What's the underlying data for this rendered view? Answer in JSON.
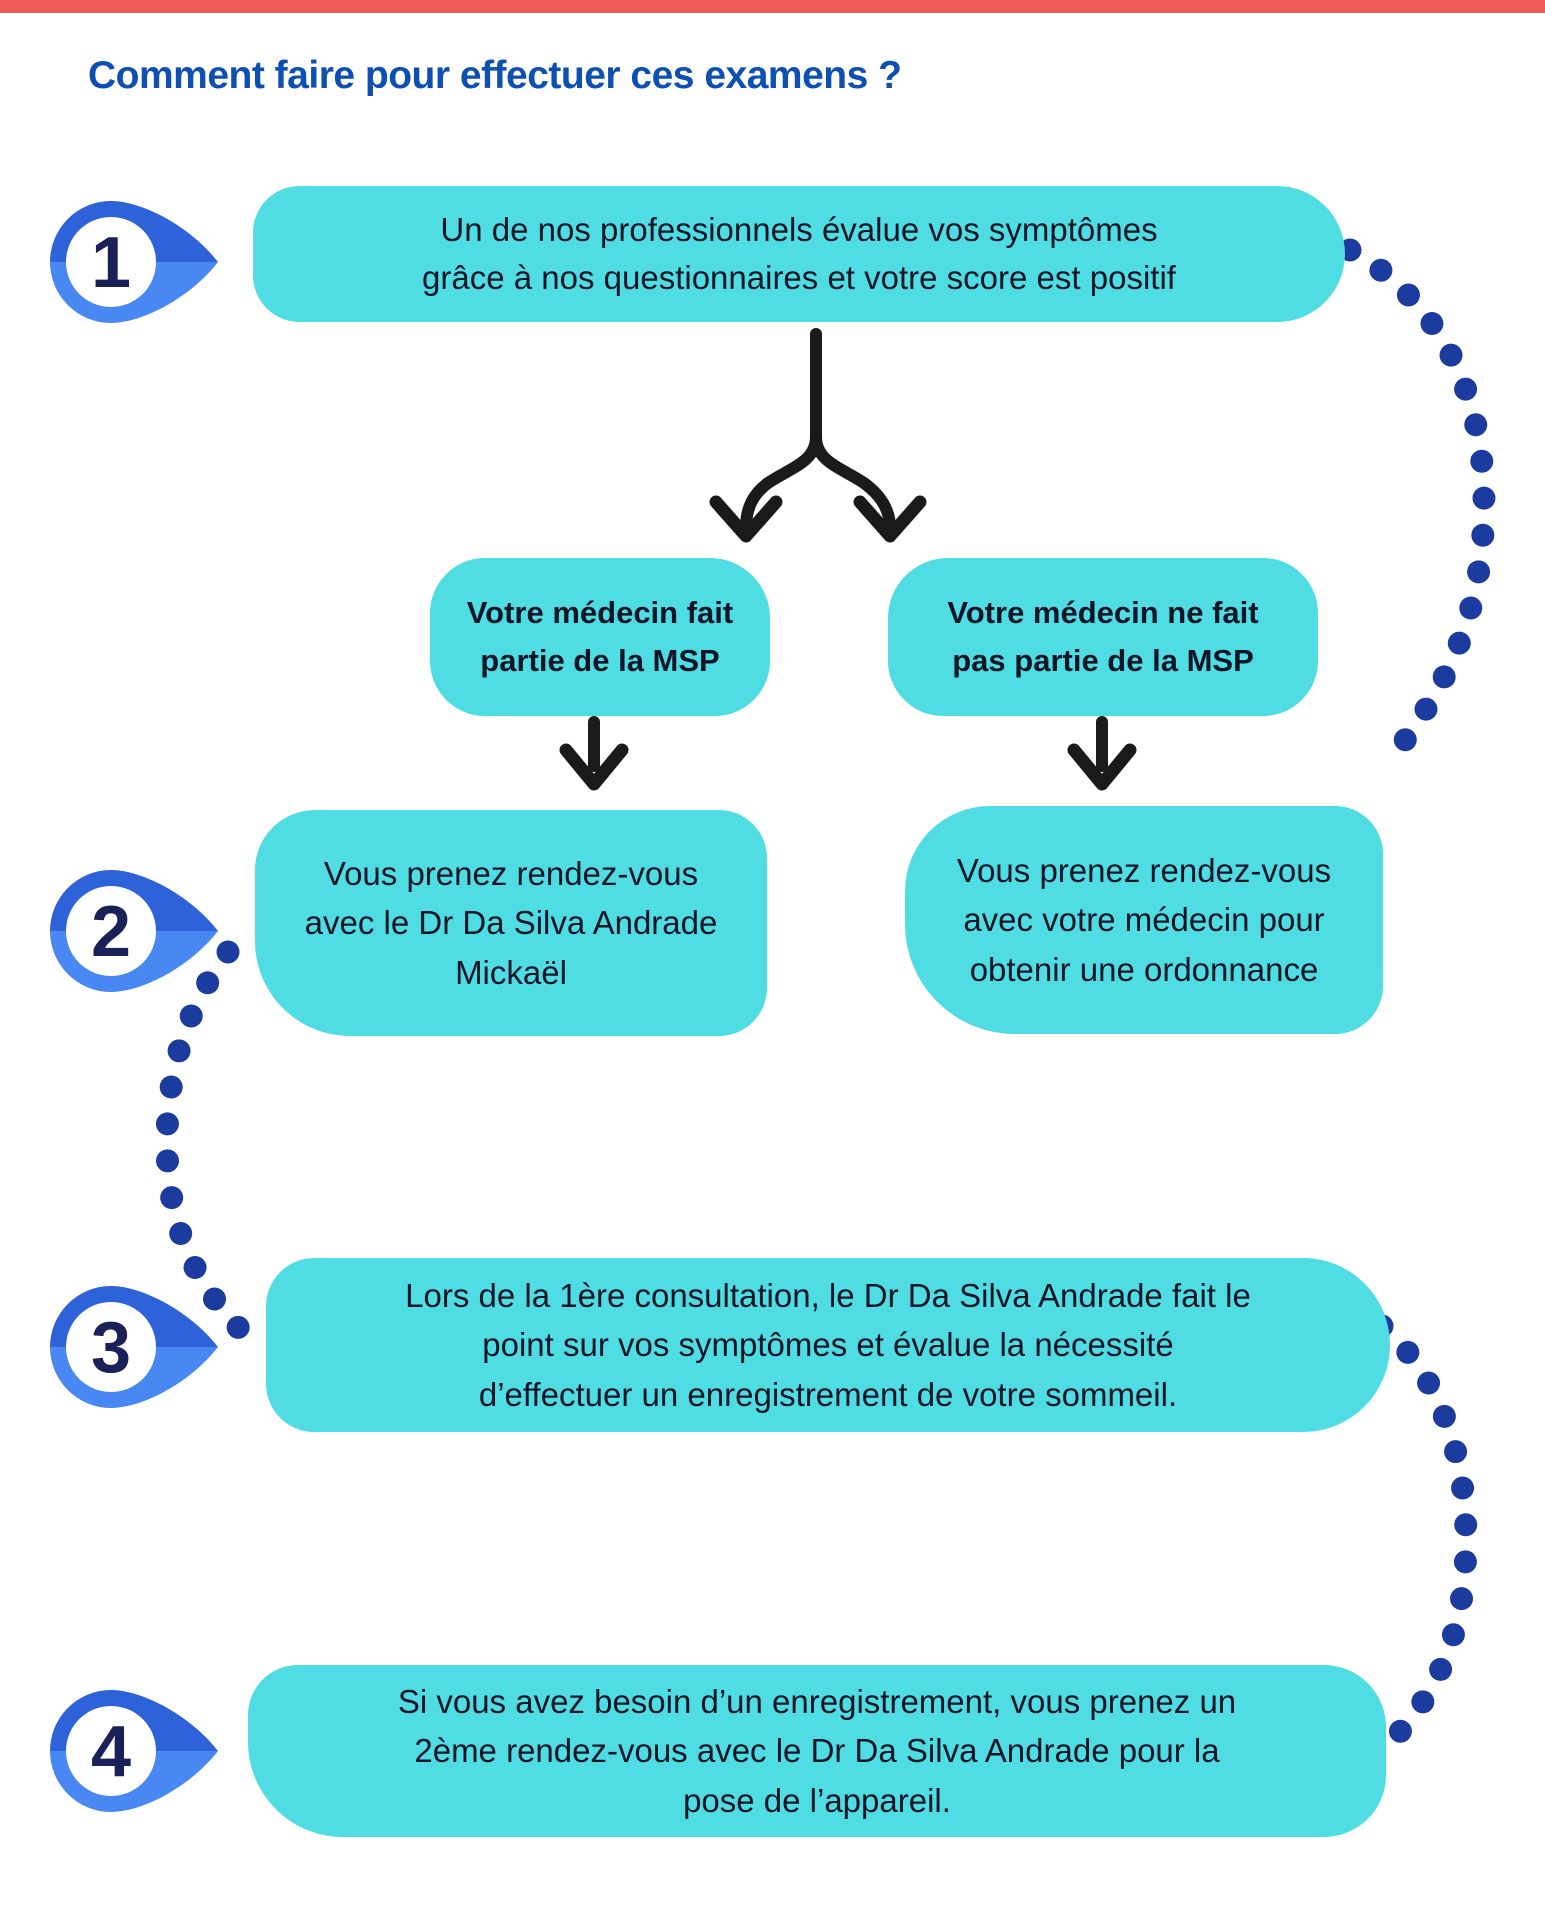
{
  "top_bar": {
    "color": "#ef5b56"
  },
  "title": {
    "text": "Comment faire pour effectuer ces examens ?",
    "color": "#0d4fb2"
  },
  "steps": [
    {
      "number": "1"
    },
    {
      "number": "2"
    },
    {
      "number": "3"
    },
    {
      "number": "4"
    }
  ],
  "boxes": {
    "step1": {
      "lines": [
        "Un de nos professionnels évalue vos symptômes",
        "grâce à nos questionnaires et votre score est positif"
      ]
    },
    "branch_left": {
      "lines": [
        "Votre médecin fait",
        "partie de la MSP"
      ]
    },
    "branch_right": {
      "lines": [
        "Votre médecin ne fait",
        "pas partie de la MSP"
      ]
    },
    "step2_left": {
      "lines": [
        "Vous prenez rendez-vous",
        "avec le Dr Da Silva Andrade",
        "Mickaël"
      ]
    },
    "step2_right": {
      "lines": [
        "Vous prenez rendez-vous",
        "avec votre médecin pour",
        "obtenir une ordonnance"
      ]
    },
    "step3": {
      "lines": [
        "Lors de la 1ère consultation, le Dr Da Silva Andrade fait le",
        "point sur vos symptômes et évalue la nécessité",
        "d’effectuer un enregistrement de votre sommeil."
      ]
    },
    "step4": {
      "lines": [
        "Si vous avez besoin d’un enregistrement, vous prenez un",
        "2ème rendez-vous avec le Dr Da Silva Andrade pour la",
        "pose de l’appareil."
      ]
    }
  },
  "colors": {
    "bubble_cyan": "#4fdde3",
    "icon_blue_dark": "#2e62d9",
    "icon_blue_light": "#4987f2",
    "step_number_navy": "#1a2058",
    "dotted_line_blue": "#1b3b9e",
    "arrow_black": "#1a1a1a",
    "text_dark": "#0e1526",
    "title_blue": "#0d4fb2",
    "top_bar_red": "#ef5b56"
  }
}
